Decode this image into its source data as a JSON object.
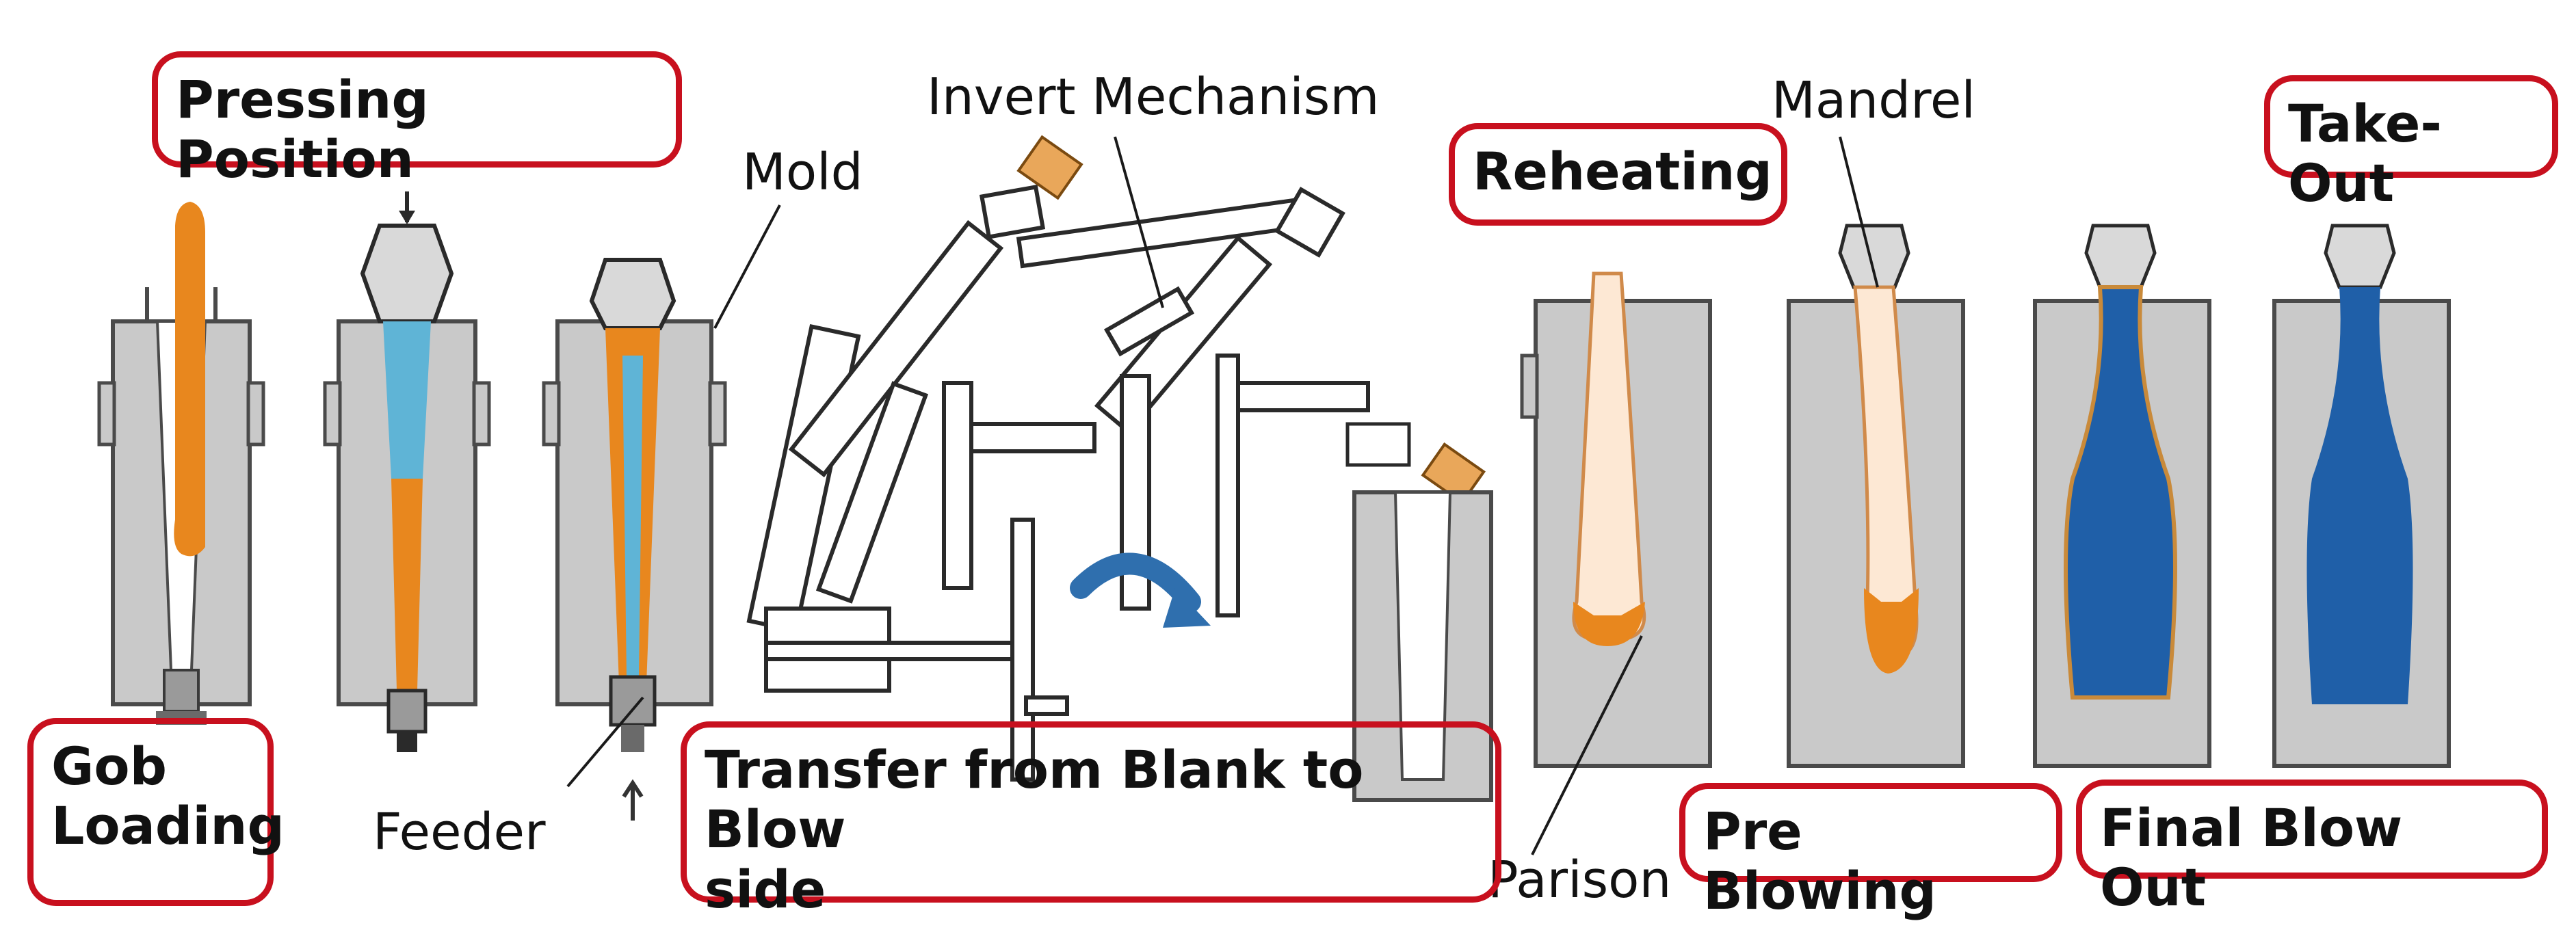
{
  "labels": {
    "mold": "Mold",
    "invert_mechanism": "Invert Mechanism",
    "mandrel": "Mandrel",
    "feeder": "Feeder",
    "parison": "Parison"
  },
  "stages": {
    "pressing_position": "Pressing Position",
    "gob_loading_line1": "Gob",
    "gob_loading_line2": "Loading",
    "reheating": "Reheating",
    "take_out": "Take-Out",
    "transfer_line1": "Transfer from Blank to Blow",
    "transfer_line2": "side",
    "pre_blowing": "Pre Blowing",
    "final_blow_out": "Final Blow Out"
  },
  "colors": {
    "highlight_border": "#c8101e",
    "mold_gray": "#c9c9c9",
    "mold_outline": "#4a4a4a",
    "glass_orange": "#e8871e",
    "plunger_blue": "#5fb4d6",
    "bottle_blue": "#1f5fa8",
    "arrow_blue": "#2f6fae"
  }
}
